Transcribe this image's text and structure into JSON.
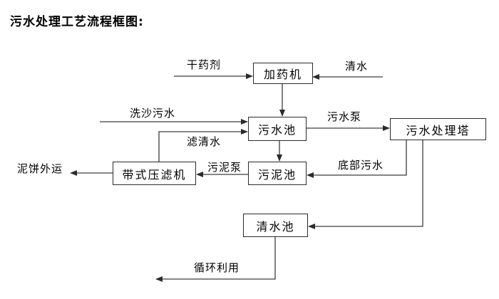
{
  "title": "污水处理工艺流程框图:",
  "nodes": {
    "dosing_machine": "加药机",
    "sewage_pool": "污水池",
    "treatment_tower": "污水处理塔",
    "belt_filter_press": "带式压滤机",
    "sludge_pool": "污泥池",
    "clean_water_pool": "清水池"
  },
  "edge_labels": {
    "dry_agent": "干药剂",
    "clean_water": "清水",
    "sand_washing_sewage": "洗沙污水",
    "sewage_pump": "污水泵",
    "filtered_water": "滤清水",
    "sludge_pump": "污泥泵",
    "bottom_sewage": "底部污水",
    "mud_cake_out": "泥饼外运",
    "recycling": "循环利用"
  },
  "colors": {
    "background": "#ffffff",
    "line": "#3c3c3c",
    "text": "#000000"
  }
}
